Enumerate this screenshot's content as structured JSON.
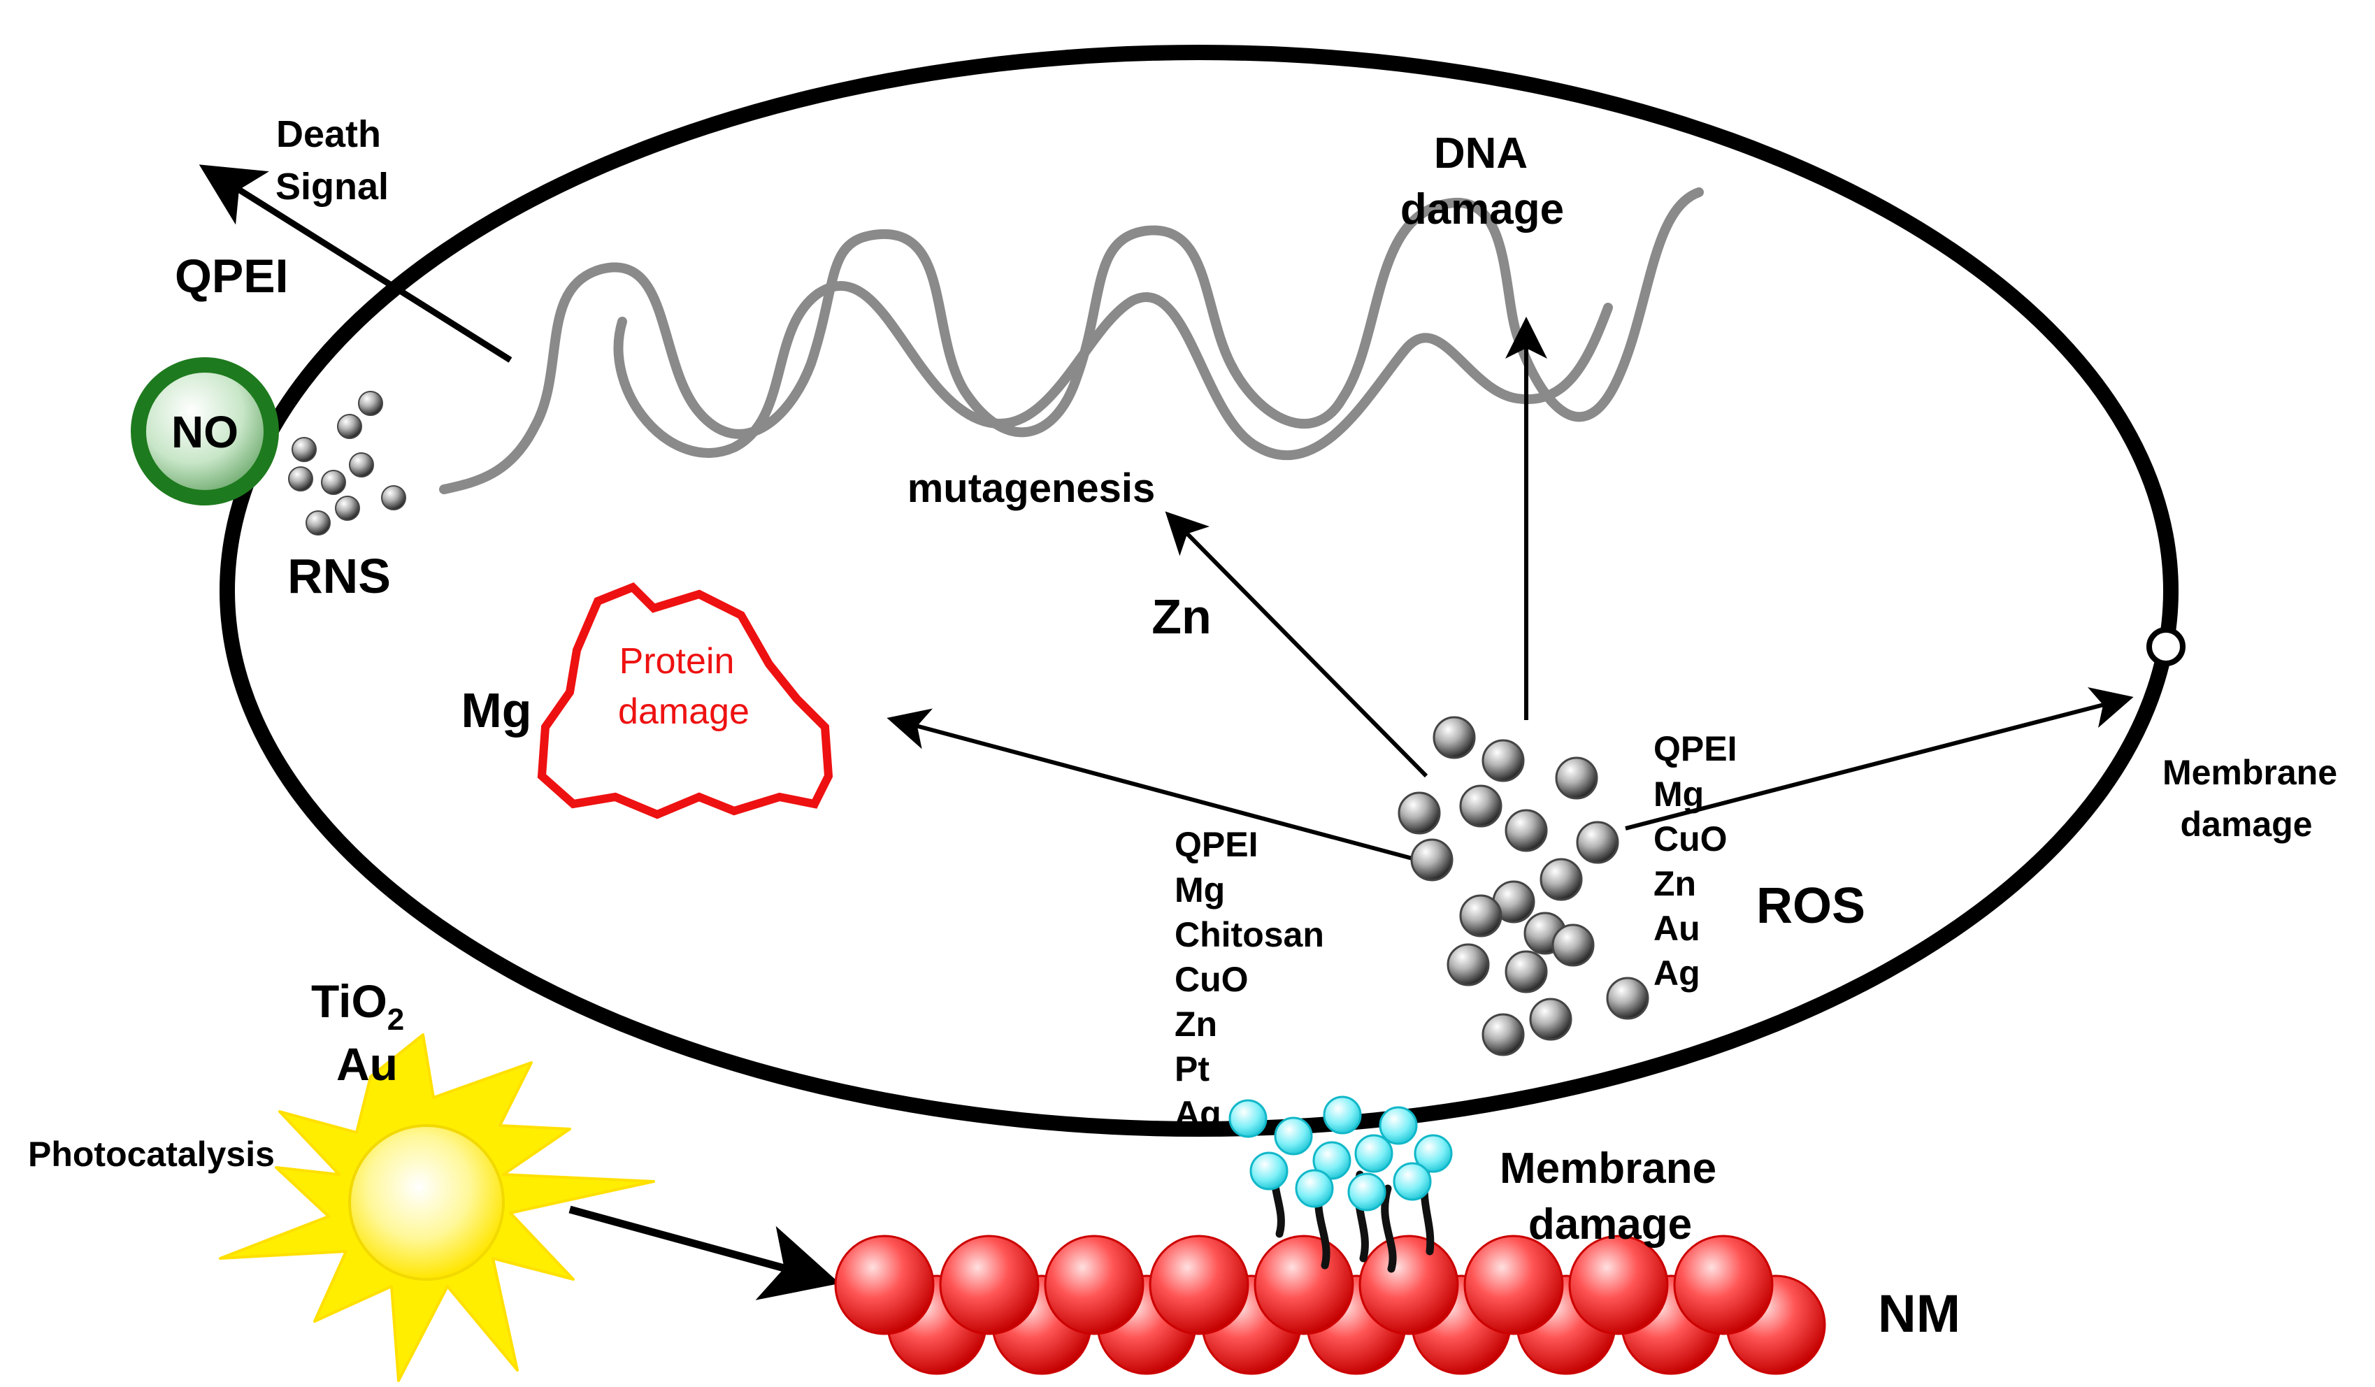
{
  "labels": {
    "death_signal": [
      "Death",
      "Signal"
    ],
    "qpei_top": "QPEI",
    "no": "NO",
    "rns": "RNS",
    "dna_damage": [
      "DNA",
      "damage"
    ],
    "mutagenesis": "mutagenesis",
    "zn": "Zn",
    "protein_damage": [
      "Protein",
      "damage"
    ],
    "mg": "Mg",
    "ros": "ROS",
    "membrane_damage_right": [
      "Membrane",
      "damage"
    ],
    "membrane_damage_bottom": [
      "Membrane",
      "damage"
    ],
    "tio2_base": "TiO",
    "tio2_sub": "2",
    "au": "Au",
    "photocatalysis": "Photocatalysis",
    "nm": "NM"
  },
  "agents_left": [
    "QPEI",
    "Mg",
    "Chitosan",
    "CuO",
    "Zn",
    "Pt",
    "Ag"
  ],
  "agents_right": [
    "QPEI",
    "Mg",
    "CuO",
    "Zn",
    "Au",
    "Ag"
  ],
  "colors": {
    "cell_outline": "#000000",
    "dna": "#8a8a8a",
    "protein": "#ee1111",
    "no_ring": "#1e7a1e",
    "sun": "#ffee00",
    "nm_spheres": "#ee2222",
    "lipid_heads": "#33ddee"
  }
}
